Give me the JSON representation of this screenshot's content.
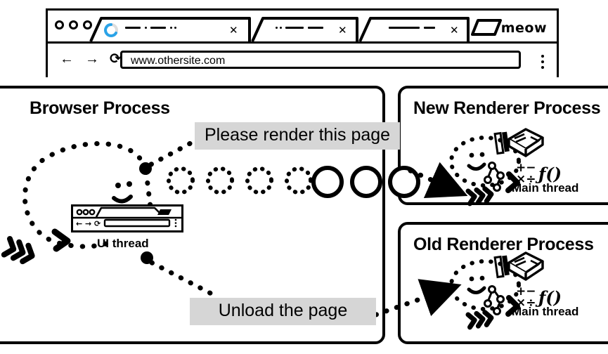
{
  "browser_window": {
    "window_buttons": [
      "close-dot",
      "minimize-dot",
      "maximize-dot"
    ],
    "tabs": [
      {
        "name": "tab-loading",
        "title_placeholder": "— · — ··",
        "close_label": "✕",
        "loading": true,
        "spinner_color": "#2aa3e8"
      },
      {
        "name": "tab-two",
        "title_placeholder": "·· —— —",
        "close_label": "✕",
        "loading": false
      },
      {
        "name": "tab-three",
        "title_placeholder": "—— —",
        "close_label": "✕",
        "loading": false
      }
    ],
    "new_tab_label": "+",
    "profile_label": "meow",
    "nav": {
      "back_icon": "←",
      "forward_icon": "→",
      "reload_icon": "⟳",
      "url": "www.othersite.com",
      "menu_icon": "kebab-menu"
    }
  },
  "panels": {
    "browser_process": {
      "title": "Browser Process",
      "thread_label": "UI thread"
    },
    "new_renderer": {
      "title": "New Renderer Process",
      "thread_label": "Main thread"
    },
    "old_renderer": {
      "title": "Old Renderer Process",
      "thread_label": "Main thread"
    }
  },
  "callouts": {
    "render": "Please render this page",
    "unload": "Unload the page",
    "background_color": "#d6d6d6"
  },
  "ipc_circles": {
    "dotted_count": 4,
    "solid_count": 3,
    "description": "message queue beads travelling from UI thread to renderer"
  },
  "colors": {
    "ink": "#000000",
    "paper": "#ffffff",
    "spinner_blue": "#2aa3e8",
    "callout_gray": "#d6d6d6"
  }
}
